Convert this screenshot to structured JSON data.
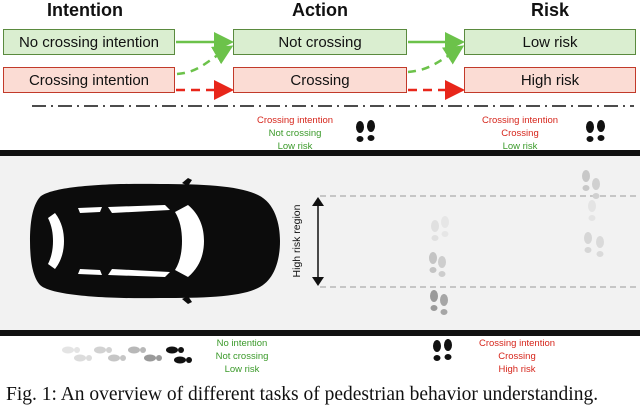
{
  "headers": {
    "intention": "Intention",
    "action": "Action",
    "risk": "Risk"
  },
  "boxes": {
    "no_crossing_intention": "No crossing intention",
    "crossing_intention": "Crossing intention",
    "not_crossing": "Not crossing",
    "crossing": "Crossing",
    "low_risk": "Low risk",
    "high_risk": "High risk"
  },
  "labels": {
    "top_left": {
      "l1": "Crossing intention",
      "l2": "Not crossing",
      "l3": "Low risk"
    },
    "top_right": {
      "l1": "Crossing intention",
      "l2": "Crossing",
      "l3": "Low risk"
    },
    "bottom_left": {
      "l1": "No intention",
      "l2": "Not crossing",
      "l3": "Low risk"
    },
    "bottom_right": {
      "l1": "Crossing intention",
      "l2": "Crossing",
      "l3": "High risk"
    }
  },
  "region_label": "High risk region",
  "caption": "Fig. 1: An overview of different tasks of pedestrian behavior understanding.",
  "colors": {
    "green": "#5a8a3e",
    "green_fill": "#daeed0",
    "red": "#c23a2a",
    "red_fill": "#fbdcd4",
    "arrow_green": "#6cc24a",
    "arrow_red": "#e8261a"
  }
}
